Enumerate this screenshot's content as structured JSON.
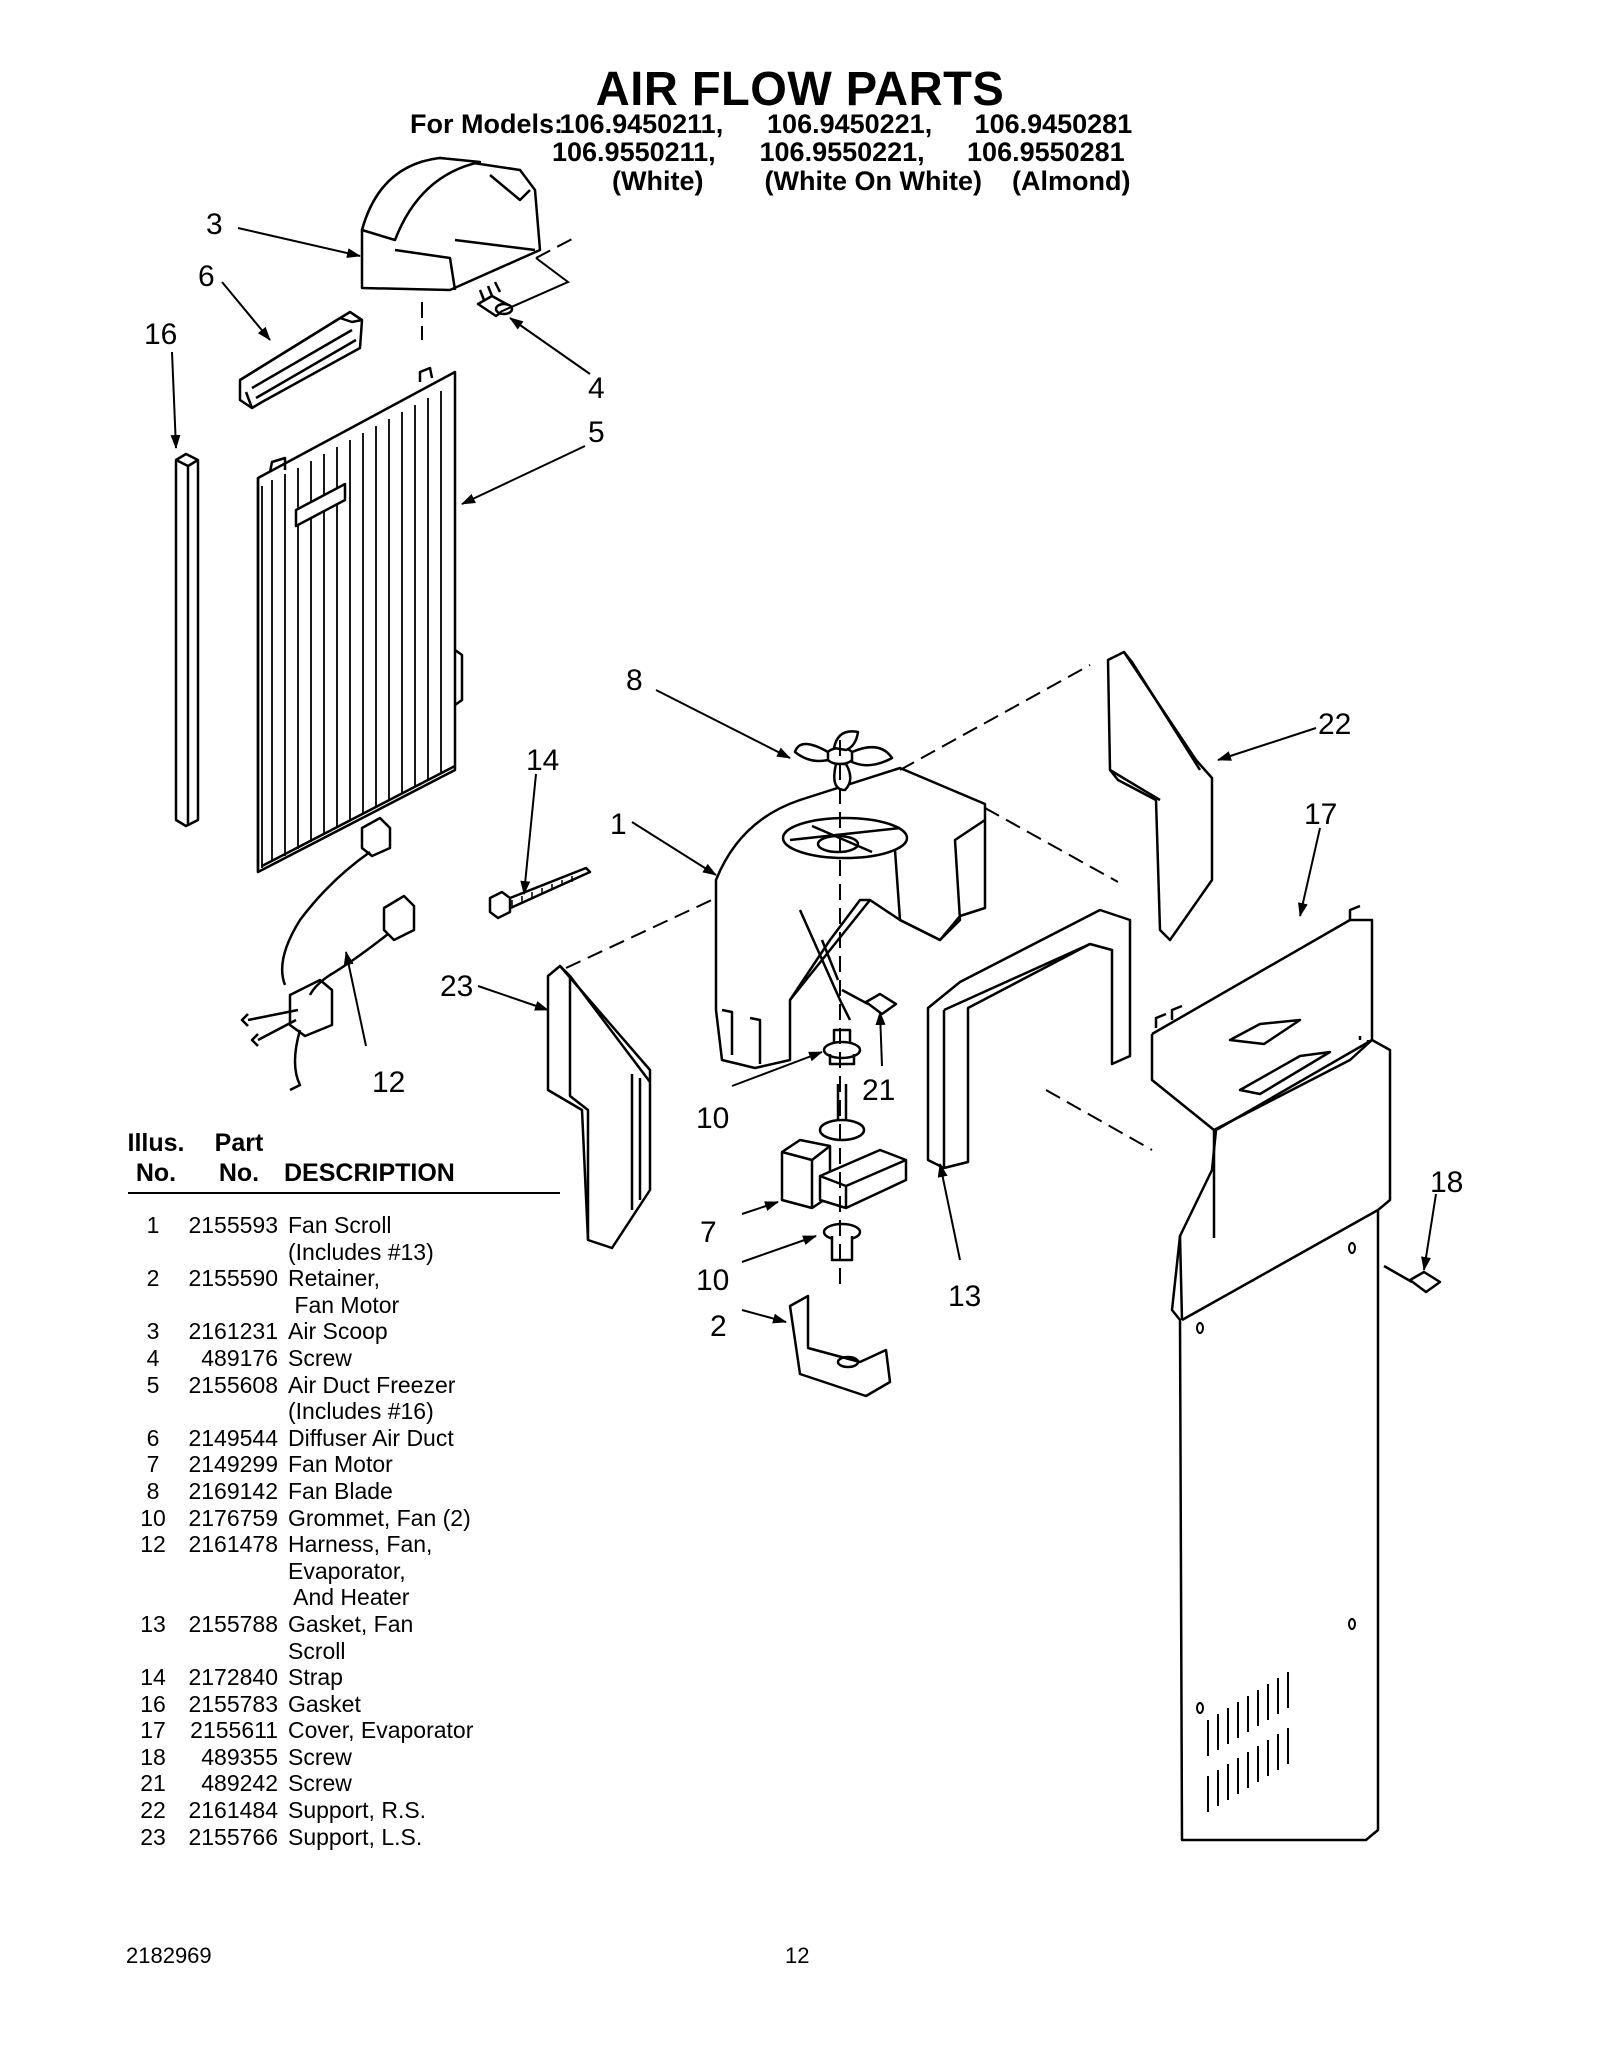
{
  "header": {
    "title": "AIR FLOW PARTS",
    "models_label": "For Models:",
    "models_line1": [
      "106.9450211,",
      "106.9450221,",
      "106.9450281"
    ],
    "models_line2": [
      "106.9550211,",
      "106.9550221,",
      "106.9550281"
    ],
    "colors": [
      "(White)",
      "(White On White)",
      "(Almond)"
    ]
  },
  "callouts": {
    "c1": "1",
    "c2": "2",
    "c3": "3",
    "c4": "4",
    "c5": "5",
    "c6": "6",
    "c7": "7",
    "c8": "8",
    "c10a": "10",
    "c10b": "10",
    "c12": "12",
    "c13": "13",
    "c14": "14",
    "c16": "16",
    "c17": "17",
    "c18": "18",
    "c21": "21",
    "c22": "22",
    "c23": "23"
  },
  "table": {
    "col_illus_1": "Illus.",
    "col_illus_2": "No.",
    "col_part_1": "Part",
    "col_part_2": "No.",
    "col_desc": "DESCRIPTION",
    "rows": [
      {
        "no": "1",
        "part": "2155593",
        "desc": "Fan Scroll"
      },
      {
        "no": "",
        "part": "",
        "desc": "(Includes #13)"
      },
      {
        "no": "2",
        "part": "2155590",
        "desc": "Retainer,"
      },
      {
        "no": "",
        "part": "",
        "desc": " Fan Motor"
      },
      {
        "no": "3",
        "part": "2161231",
        "desc": "Air Scoop"
      },
      {
        "no": "4",
        "part": "489176",
        "desc": "Screw"
      },
      {
        "no": "5",
        "part": "2155608",
        "desc": "Air Duct Freezer"
      },
      {
        "no": "",
        "part": "",
        "desc": "(Includes #16)"
      },
      {
        "no": "6",
        "part": "2149544",
        "desc": "Diffuser Air Duct"
      },
      {
        "no": "7",
        "part": "2149299",
        "desc": "Fan Motor"
      },
      {
        "no": "8",
        "part": "2169142",
        "desc": "Fan Blade"
      },
      {
        "no": "10",
        "part": "2176759",
        "desc": "Grommet, Fan (2)"
      },
      {
        "no": "12",
        "part": "2161478",
        "desc": "Harness, Fan,"
      },
      {
        "no": "",
        "part": "",
        "desc": "Evaporator,"
      },
      {
        "no": "",
        "part": "",
        "desc": " And Heater"
      },
      {
        "no": "13",
        "part": "2155788",
        "desc": "Gasket, Fan"
      },
      {
        "no": "",
        "part": "",
        "desc": "Scroll"
      },
      {
        "no": "14",
        "part": "2172840",
        "desc": "Strap"
      },
      {
        "no": "16",
        "part": "2155783",
        "desc": "Gasket"
      },
      {
        "no": "17",
        "part": "2155611",
        "desc": "Cover, Evaporator"
      },
      {
        "no": "18",
        "part": "489355",
        "desc": "Screw"
      },
      {
        "no": "21",
        "part": "489242",
        "desc": "Screw"
      },
      {
        "no": "22",
        "part": "2161484",
        "desc": "Support, R.S."
      },
      {
        "no": "23",
        "part": "2155766",
        "desc": "Support, L.S."
      }
    ]
  },
  "footer": {
    "doc_number": "2182969",
    "page_number": "12"
  }
}
